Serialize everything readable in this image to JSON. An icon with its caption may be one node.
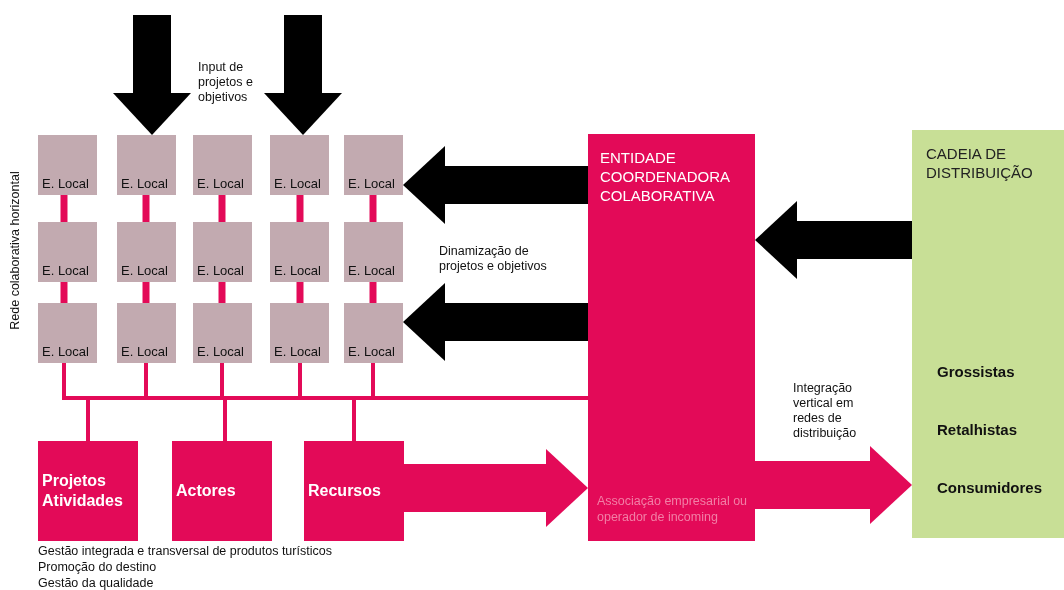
{
  "diagram": {
    "nodes": [
      {
        "text": [
          "E. Local"
        ]
      },
      {
        "text": [
          "E. Local"
        ]
      },
      {
        "text": [
          "E. Local"
        ]
      },
      {
        "text": [
          "E. Local"
        ]
      },
      {
        "text": [
          "E. Local"
        ]
      },
      {
        "text": [
          "E. Local"
        ]
      },
      {
        "text": [
          "E. Local"
        ]
      },
      {
        "text": [
          "E. Local"
        ]
      },
      {
        "text": [
          "E. Local"
        ]
      },
      {
        "text": [
          "E. Local"
        ]
      },
      {
        "text": [
          "E. Local"
        ]
      },
      {
        "text": [
          "E. Local"
        ]
      },
      {
        "text": [
          "E. Local"
        ]
      },
      {
        "text": [
          "E. Local"
        ]
      },
      {
        "text": [
          "E. Local"
        ]
      },
      {
        "text": [
          "ENTIDADE COORDENADORA COLABORATIVA",
          "Associação empresarial ou operador de incoming"
        ]
      },
      {
        "text": [
          "CADEIA DE DISTRIBUIÇÃO",
          "Grossistas",
          "Retalhistas",
          "Consumidores"
        ]
      },
      {
        "text": [
          "Projetos Atividades"
        ]
      },
      {
        "text": [
          "Actores"
        ]
      },
      {
        "text": [
          "Recursos"
        ]
      }
    ],
    "edges": [
      {
        "from": 0,
        "to": 5,
        "arrow": "none"
      },
      {
        "from": 1,
        "to": 6,
        "arrow": "none"
      },
      {
        "from": 2,
        "to": 7,
        "arrow": "none"
      },
      {
        "from": 3,
        "to": 8,
        "arrow": "none"
      },
      {
        "from": 4,
        "to": 9,
        "arrow": "none"
      },
      {
        "from": 5,
        "to": 10,
        "arrow": "none"
      },
      {
        "from": 6,
        "to": 11,
        "arrow": "none"
      },
      {
        "from": 7,
        "to": 12,
        "arrow": "none"
      },
      {
        "from": 8,
        "to": 13,
        "arrow": "none"
      },
      {
        "from": 9,
        "to": 14,
        "arrow": "none"
      },
      {
        "from": 10,
        "to": 15,
        "arrow": "none"
      },
      {
        "from": 11,
        "to": 15,
        "arrow": "none"
      },
      {
        "from": 12,
        "to": 15,
        "arrow": "none"
      },
      {
        "from": 13,
        "to": 15,
        "arrow": "none"
      },
      {
        "from": 14,
        "to": 15,
        "arrow": "none"
      },
      {
        "from": 15,
        "to": 17,
        "arrow": "none"
      },
      {
        "from": 15,
        "to": 18,
        "arrow": "none"
      },
      {
        "from": 15,
        "to": 19,
        "arrow": "none"
      },
      {
        "from": null,
        "to": 1,
        "arrow": "to",
        "style": "thick",
        "color": "#000000"
      },
      {
        "from": null,
        "to": 3,
        "arrow": "to",
        "style": "thick",
        "color": "#000000"
      },
      {
        "from": 15,
        "to": 4,
        "arrow": "to",
        "style": "thick",
        "color": "#000000"
      },
      {
        "from": 15,
        "to": 14,
        "arrow": "to",
        "style": "thick",
        "color": "#000000"
      },
      {
        "from": 16,
        "to": 15,
        "arrow": "to",
        "style": "thick",
        "color": "#000000"
      },
      {
        "from": 19,
        "to": 15,
        "arrow": "to",
        "style": "thick"
      },
      {
        "from": 15,
        "to": 16,
        "arrow": "to",
        "style": "thick"
      }
    ],
    "labels": [
      "Input de projetos e objetivos",
      "Rede colaborativa horizontal",
      "Dinamização de projetos e objetivos",
      "Integração vertical em redes de distribuição",
      "Gestão integrada e transversal de produtos turísticos",
      "Promoção do destino",
      "Gestão da qualidade"
    ]
  }
}
